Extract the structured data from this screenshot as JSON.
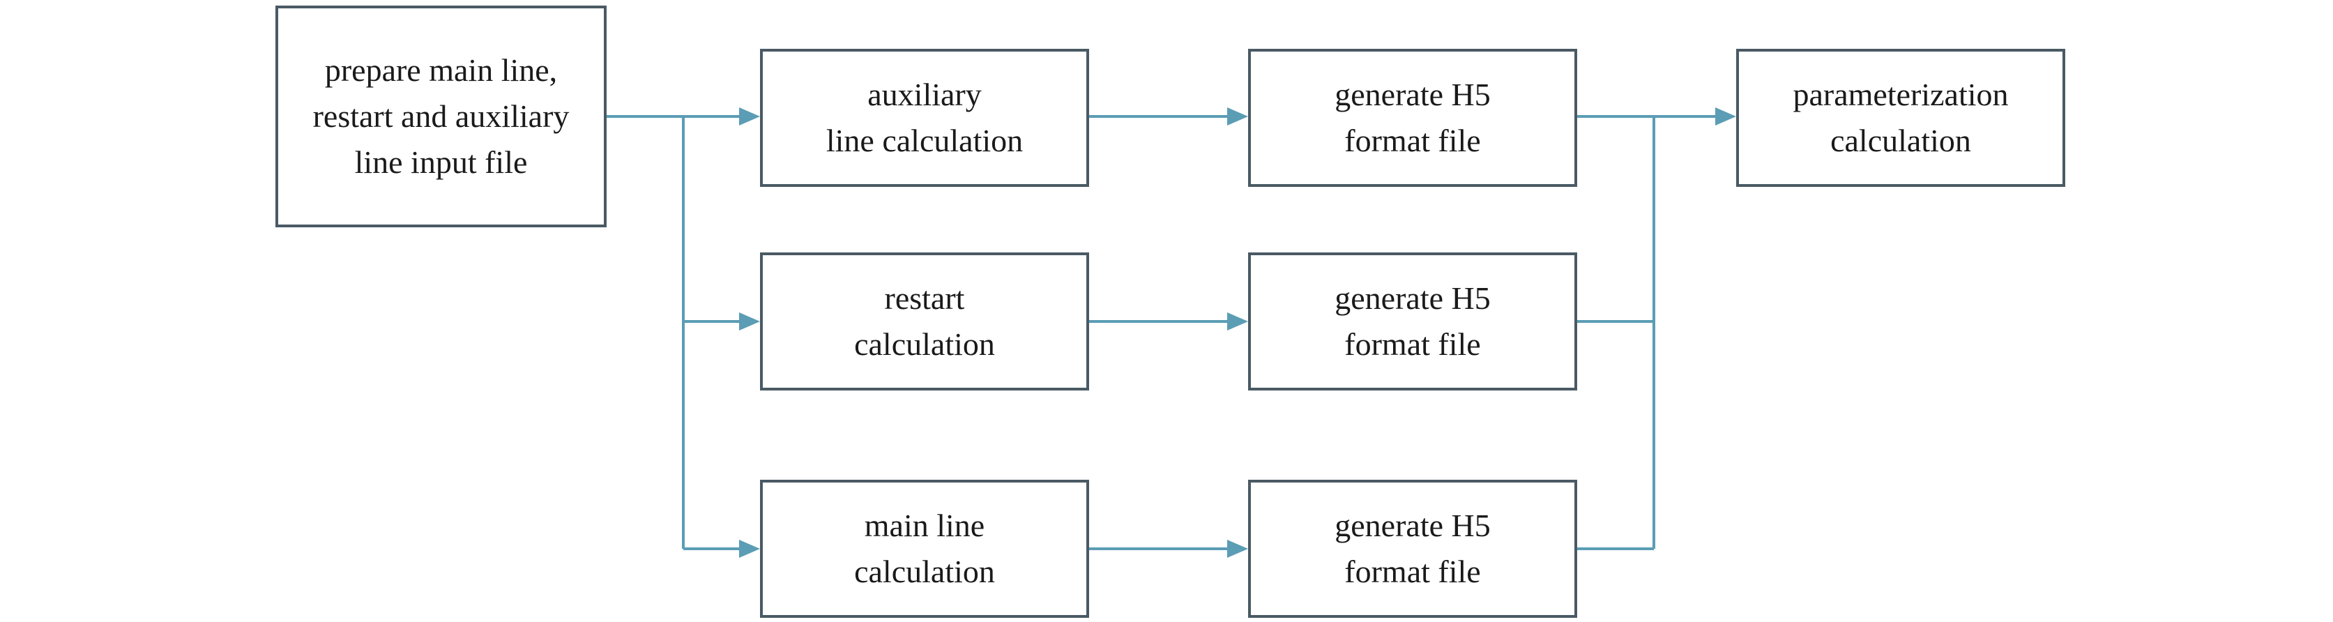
{
  "colors": {
    "box_border": "#4a5a64",
    "connector": "#5b9db5",
    "text": "#1a1a1a",
    "background": "#ffffff"
  },
  "nodes": {
    "prepare": {
      "lines": [
        "prepare main line,",
        "restart and auxiliary",
        "line input file"
      ]
    },
    "aux_calc": {
      "lines": [
        "auxiliary",
        "line calculation"
      ]
    },
    "restart_calc": {
      "lines": [
        "restart",
        "calculation"
      ]
    },
    "main_calc": {
      "lines": [
        "main line",
        "calculation"
      ]
    },
    "gen_h5_top": {
      "lines": [
        "generate H5",
        "format file"
      ]
    },
    "gen_h5_mid": {
      "lines": [
        "generate H5",
        "format file"
      ]
    },
    "gen_h5_bot": {
      "lines": [
        "generate H5",
        "format file"
      ]
    },
    "param_calc": {
      "lines": [
        "parameterization",
        "calculation"
      ]
    }
  }
}
